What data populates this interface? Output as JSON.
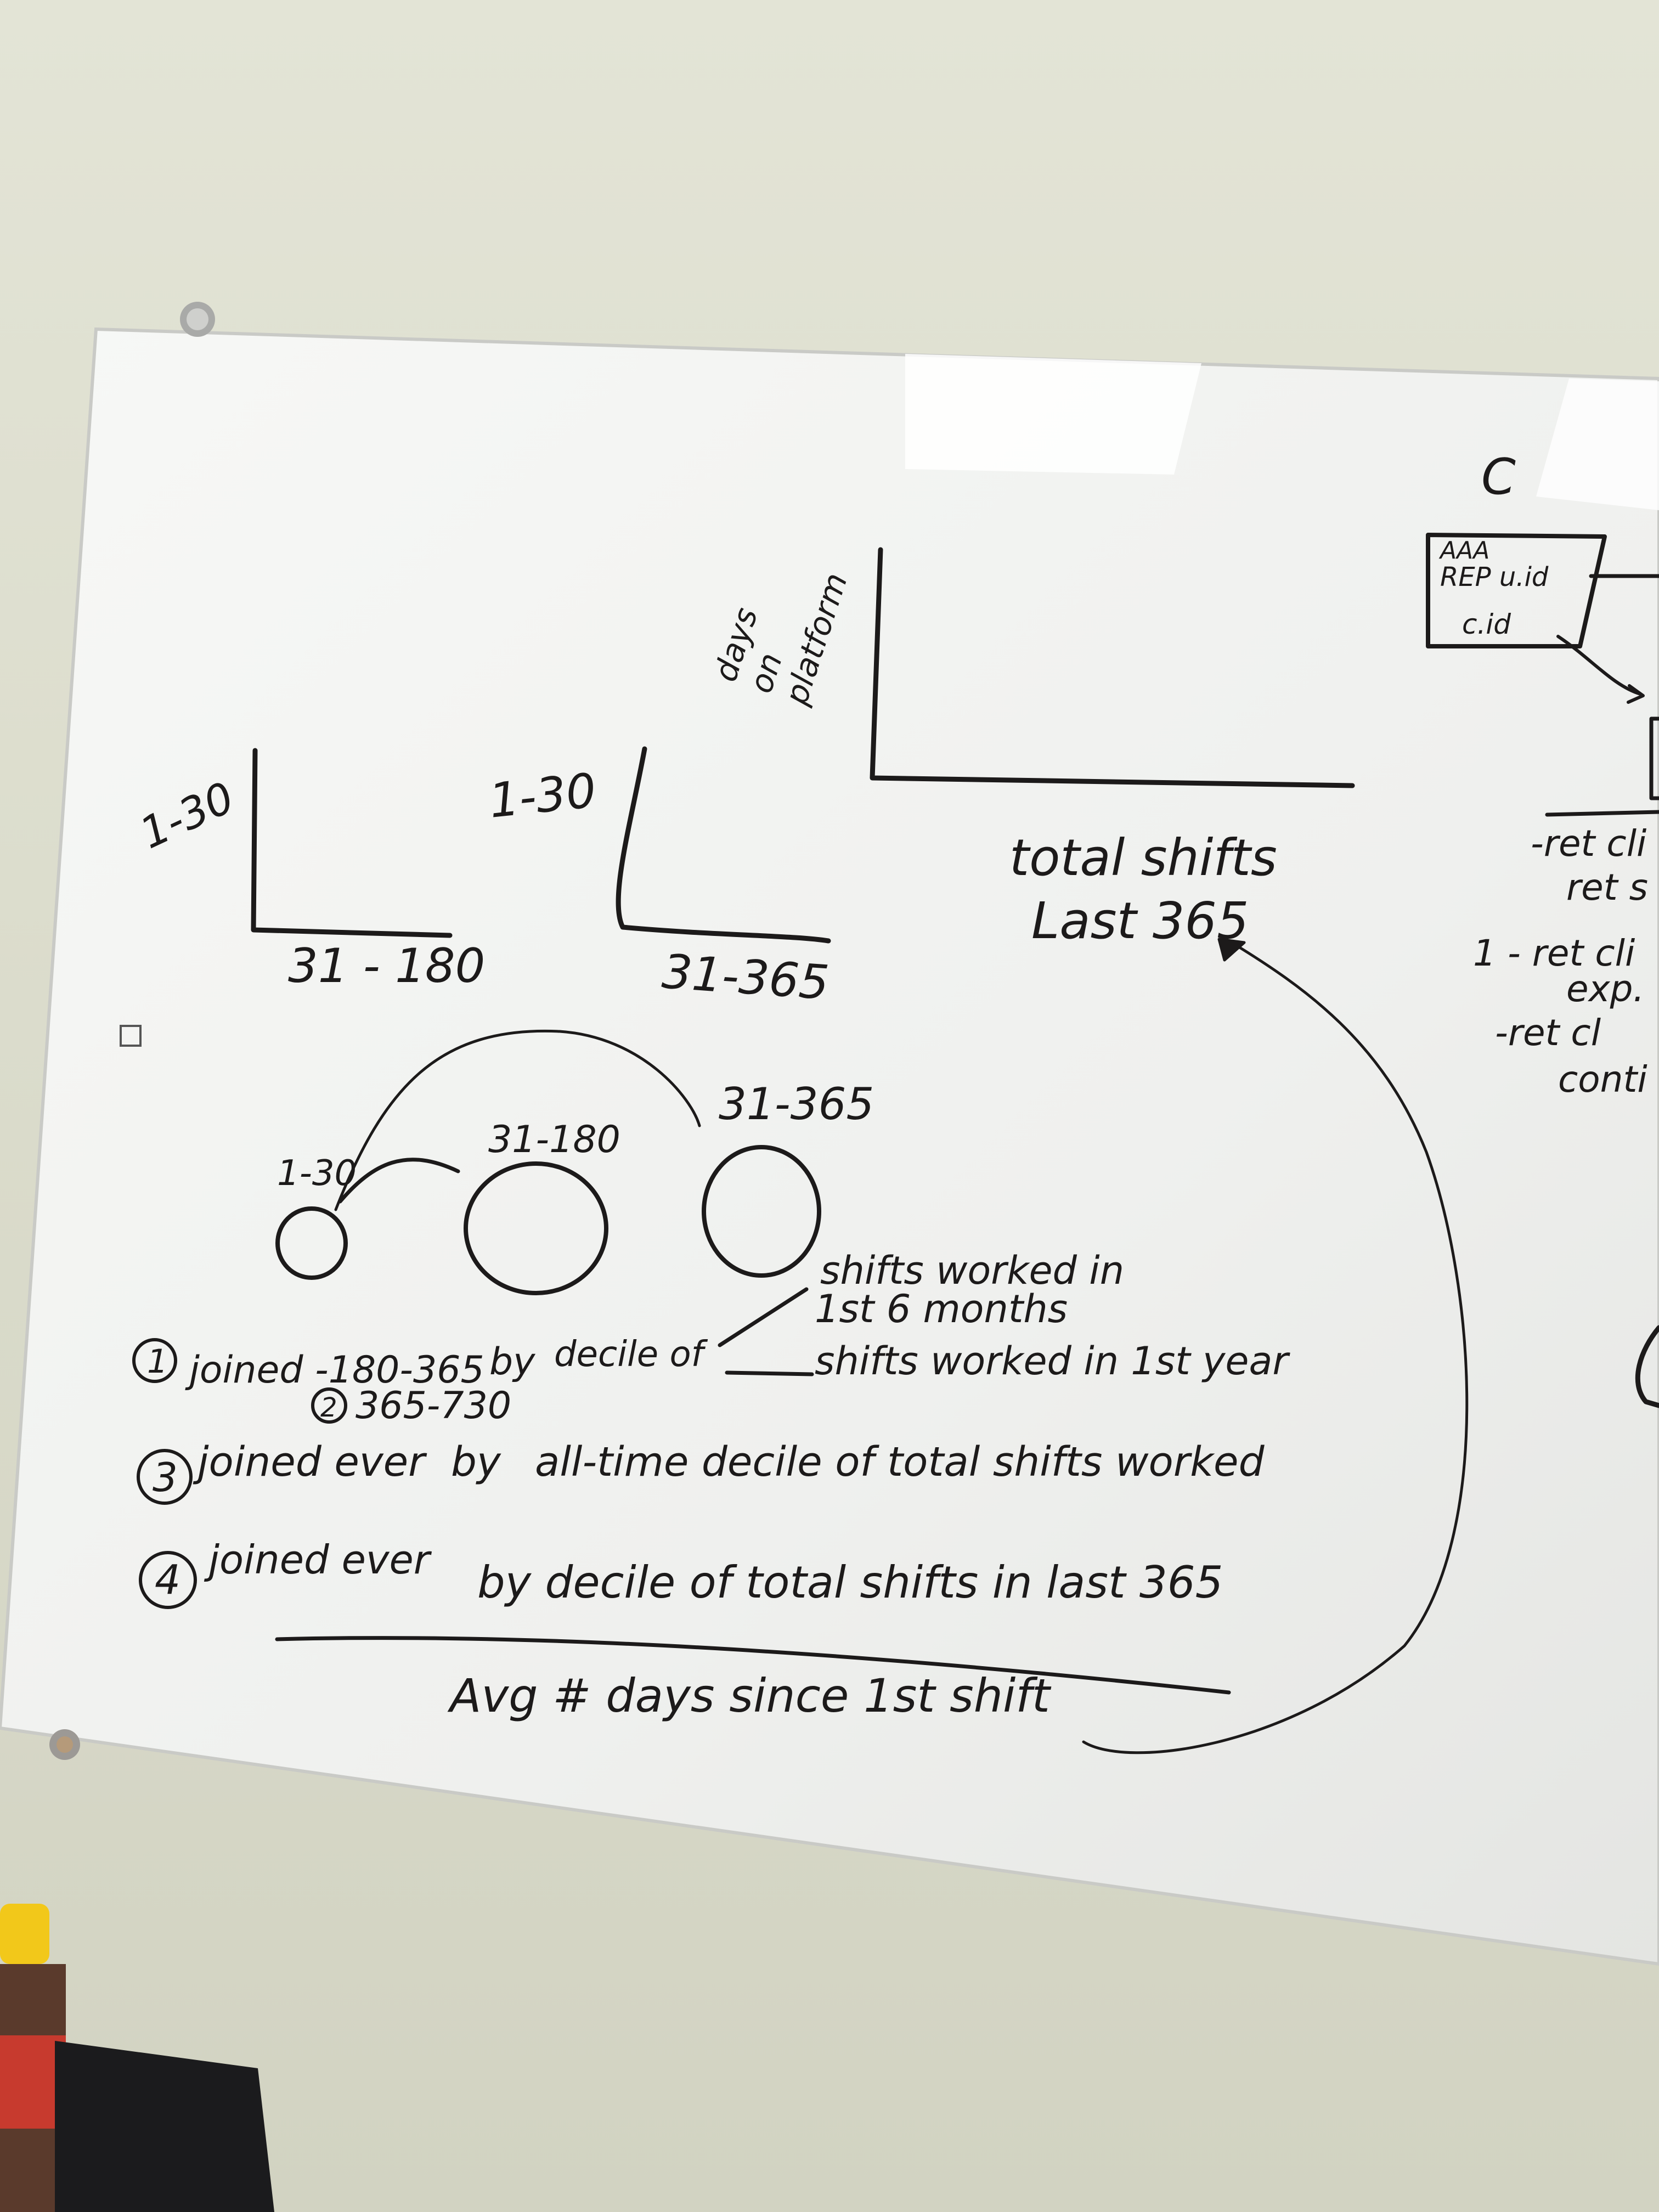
{
  "board": {
    "colors": {
      "ink": "#1c1a1a",
      "board": "#f1f2f0",
      "wall": "#dcddcd"
    },
    "chart_a": {
      "ylabel": "1-30",
      "xlabel": "31 - 180"
    },
    "chart_b": {
      "ylabel": "1-30",
      "xlabel": "31-365"
    },
    "chart_c": {
      "ylabel_1": "days",
      "ylabel_2": "on",
      "ylabel_3": "platform",
      "xlabel_1": "total shifts",
      "xlabel_2": "Last 365"
    },
    "circles": {
      "small": "1-30",
      "medium": "31-180",
      "right": "31-365"
    },
    "notes": {
      "item1_num": "1",
      "item1_text": "joined -180-365",
      "item1_by": "by",
      "item1_decile": "decile of",
      "item2_num": "2",
      "item2_text": "365-730",
      "branch1_line1": "shifts worked in",
      "branch1_line2": "1st 6 months",
      "branch2": "shifts worked in 1st year",
      "item3_num": "3",
      "item3_text": "joined ever",
      "item3_by": "by",
      "item3_rest": "all-time decile of total shifts worked",
      "item4_num": "4",
      "item4_text": "joined ever",
      "item4_rest": "by decile of total shifts in last 365",
      "footer": "Avg # days since 1st shift"
    },
    "right_panel": {
      "heading": "C",
      "box_line1": "AAA",
      "box_line2": "REP u.id",
      "box_line3": "c.id",
      "r1": "-ret cli",
      "r2": "ret s",
      "r3": "1 - ret cli",
      "r4": "exp.",
      "r5": "-ret cl",
      "r6": "conti"
    }
  }
}
